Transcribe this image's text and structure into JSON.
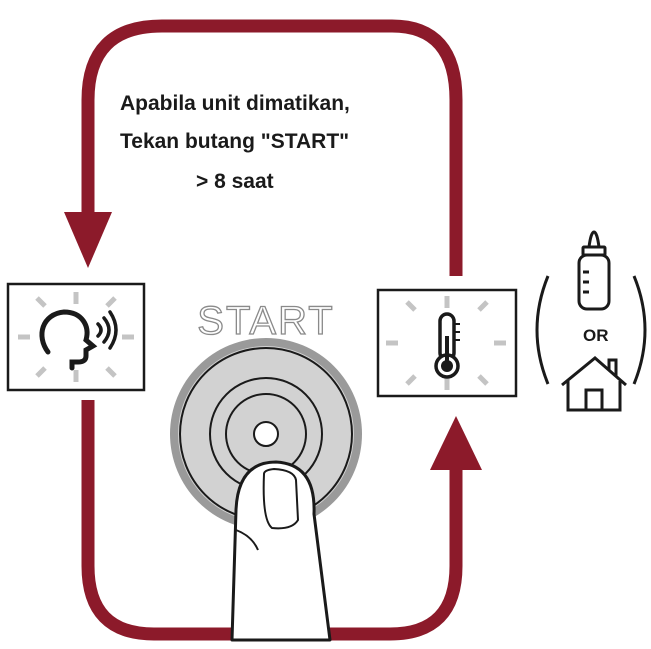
{
  "instruction": {
    "line1": "Apabila unit dimatikan,",
    "line2": "Tekan butang \"START\"",
    "line3": "> 8 saat"
  },
  "start_button": {
    "label": "START"
  },
  "alternative": {
    "label": "OR"
  },
  "icons": {
    "left_panel": "voice-mode-icon",
    "right_panel": "thermometer-icon",
    "top_alt": "baby-bottle-icon",
    "bottom_alt": "house-icon",
    "press": "finger-press-icon"
  },
  "colors": {
    "loop_arrow": "#8c1a2a",
    "button_ring": "#a9a9a9",
    "button_face": "#cfcfcf",
    "ray": "#c4c4c4"
  }
}
